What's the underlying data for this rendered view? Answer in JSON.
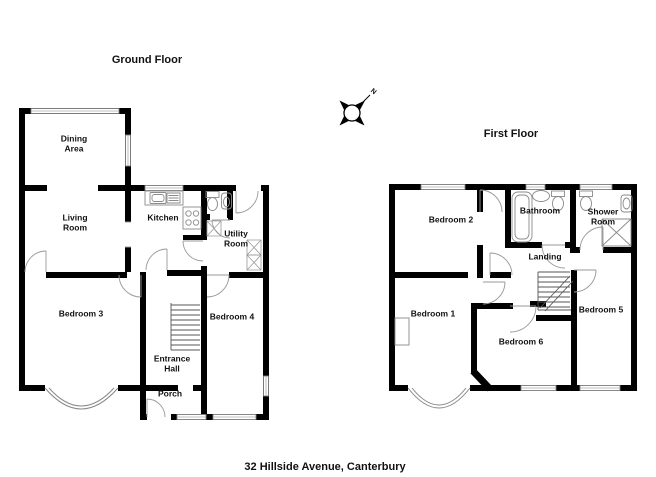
{
  "page": {
    "background": "#ffffff",
    "address_label": "32 Hillside Avenue, Canterbury"
  },
  "colors": {
    "wall": "#000000",
    "door_arc": "#999999",
    "fixture_line": "#8a8a8a",
    "window_frame": "#7a7a7a",
    "window_fill": "#ffffff",
    "stair_line": "#555555",
    "text": "#111111"
  },
  "compass": {
    "north_label": "N",
    "icon": "compass-rose"
  },
  "ground_floor": {
    "title": "Ground Floor",
    "rooms": {
      "dining_area": "Dining\nArea",
      "living_room": "Living\nRoom",
      "kitchen": "Kitchen",
      "utility_room": "Utility\nRoom",
      "bedroom3": "Bedroom 3",
      "bedroom4": "Bedroom 4",
      "entrance_hall": "Entrance\nHall",
      "porch": "Porch"
    },
    "fixtures": [
      "kitchen-sink",
      "draining-board",
      "hob",
      "wc-toilet",
      "wc-basin",
      "appliance-box",
      "appliance-box",
      "appliance-box",
      "staircase",
      "bay-window"
    ]
  },
  "first_floor": {
    "title": "First Floor",
    "rooms": {
      "bedroom2": "Bedroom 2",
      "bathroom": "Bathroom",
      "shower_room": "Shower\nRoom",
      "landing": "Landing",
      "bedroom1": "Bedroom 1",
      "bedroom6": "Bedroom 6",
      "bedroom5": "Bedroom 5"
    },
    "fixtures": [
      "bathtub",
      "basin",
      "toilet",
      "toilet",
      "basin",
      "shower-enclosure",
      "staircase",
      "bay-window",
      "wardrobe"
    ]
  }
}
